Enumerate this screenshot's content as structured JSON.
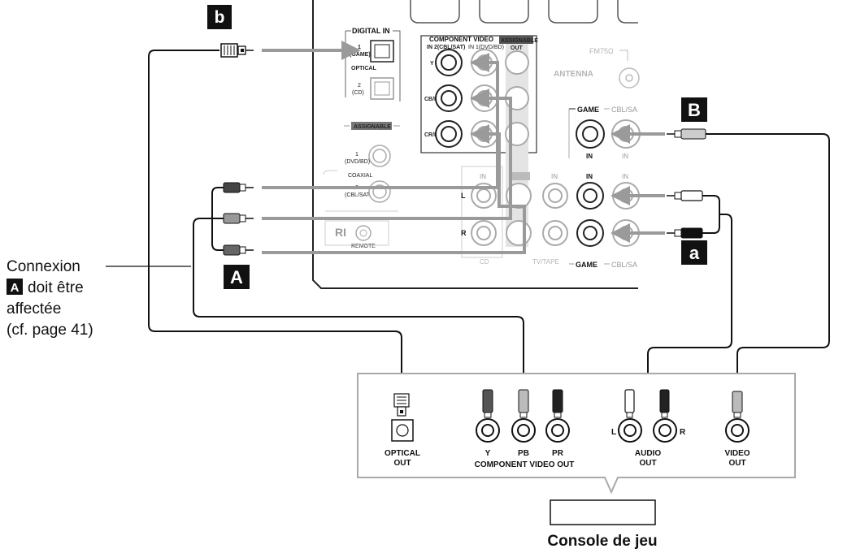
{
  "colors": {
    "arrow": "#9a9a9a",
    "cable": "#111111",
    "badge": "#111111",
    "panel_outline": "#333333",
    "device_box": "#a9a9a9"
  },
  "badges": {
    "b": "b",
    "B": "B",
    "A": "A",
    "a": "a"
  },
  "receiver": {
    "digital_in": "DIGITAL IN",
    "in1_num": "1",
    "in1_name": "(GAME)",
    "optical": "OPTICAL",
    "in2_num": "2",
    "in2_name": "(CD)",
    "assignable": "ASSIGNABLE",
    "coax1_num": "1",
    "coax1_name": "(DVD/BD)",
    "coaxial": "COAXIAL",
    "coax2_num": "2",
    "coax2_name": "(CBL/SAT)",
    "ri": "RI",
    "remote": "REMOTE",
    "component_video": "COMPONENT VIDEO",
    "component_in2": "IN 2(CBL/SAT)",
    "component_in1": "IN 1(DVD/BD)",
    "out": "OUT",
    "y": "Y",
    "cb_pb": "CB/PB",
    "cr_pr": "CR/PR",
    "fm": "FM75Ω",
    "antenna": "ANTENNA",
    "game": "GAME",
    "cbl_sa": "CBL/SA",
    "in": "IN",
    "in_cd": "IN",
    "in_tv": "IN",
    "in_game": "IN",
    "in_cbl": "IN",
    "l": "L",
    "r": "R",
    "cd": "CD",
    "tv_tape": "TV/TAPE",
    "game_bottom": "GAME",
    "cbl_sa_bottom": "CBL/SA"
  },
  "note": {
    "line1": "Connexion",
    "badge": "A",
    "line2": "doit être",
    "line3": "affectée",
    "line4": "(cf. page 41)"
  },
  "console": {
    "optical_out_1": "OPTICAL",
    "optical_out_2": "OUT",
    "y": "Y",
    "pb": "PB",
    "pr": "PR",
    "component_video_out": "COMPONENT VIDEO  OUT",
    "l": "L",
    "r": "R",
    "audio_1": "AUDIO",
    "audio_2": "OUT",
    "video_1": "VIDEO",
    "video_2": "OUT",
    "title": "Console de jeu"
  }
}
